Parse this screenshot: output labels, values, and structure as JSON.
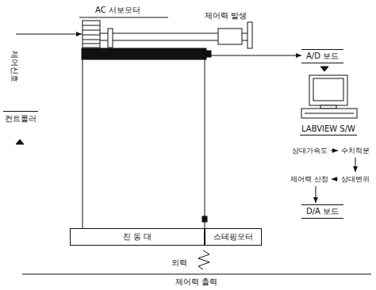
{
  "diagram": {
    "nodes": [
      {
        "text": [
          "AC 서보모터"
        ]
      },
      {
        "text": [
          "제어력 발생"
        ]
      },
      {
        "text": [
          "A/D 보드"
        ]
      },
      {
        "text": [
          "LABVIEW S/W"
        ]
      },
      {
        "text": [
          "상대가속도"
        ]
      },
      {
        "text": [
          "수치적분"
        ]
      },
      {
        "text": [
          "상대변위"
        ]
      },
      {
        "text": [
          "제어력 산정"
        ]
      },
      {
        "text": [
          "D/A 보드"
        ]
      },
      {
        "text": [
          "진 동 대"
        ]
      },
      {
        "text": [
          "스테핑모터"
        ]
      },
      {
        "text": [
          "컨트롤러"
        ]
      }
    ],
    "edges": [
      {
        "from": 4,
        "to": 5,
        "arrow": "to"
      },
      {
        "from": 5,
        "to": 6,
        "arrow": "to"
      },
      {
        "from": 6,
        "to": 7,
        "arrow": "to"
      },
      {
        "from": 7,
        "to": 8,
        "arrow": "to"
      }
    ],
    "labels": [
      "제어신호",
      "외력",
      "제어력 출력"
    ]
  }
}
